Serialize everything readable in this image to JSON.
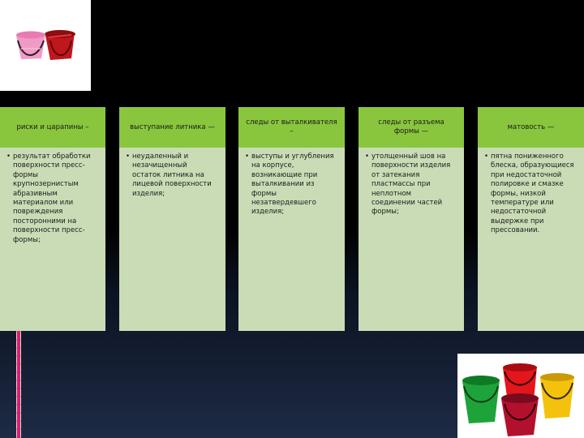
{
  "columns": [
    {
      "header": "риски и царапины –",
      "text": "результат обработки поверхности пресс-формы крупнозернистым абразивным материалом или повреждения посторонними на поверхности пресс-формы;"
    },
    {
      "header": "выступание литника —",
      "text": "неудаленный и незачищенный остаток литника на лицевой поверхности изделия;"
    },
    {
      "header": "следы от выталкивателя –",
      "text": "выступы и углубления на корпусе, возникающие при выталкивании из формы незатвердевшего изделия;"
    },
    {
      "header": "следы от разъема формы —",
      "text": "утолщенный шов на поверхности изделия от затекания пластмассы при неплотном соединении частей формы;"
    },
    {
      "header": "матовость —",
      "text": "пятна пониженного блеска, образующиеся при недостаточной полировке и смазке формы, низкой температуре или недостаточной выдержке при прессовании."
    }
  ],
  "bullet_char": "•",
  "colors": {
    "header_green": "#89c63d",
    "body_green": "#c9dcb6",
    "background": "#000000",
    "accent_pink": "#e0187c"
  }
}
